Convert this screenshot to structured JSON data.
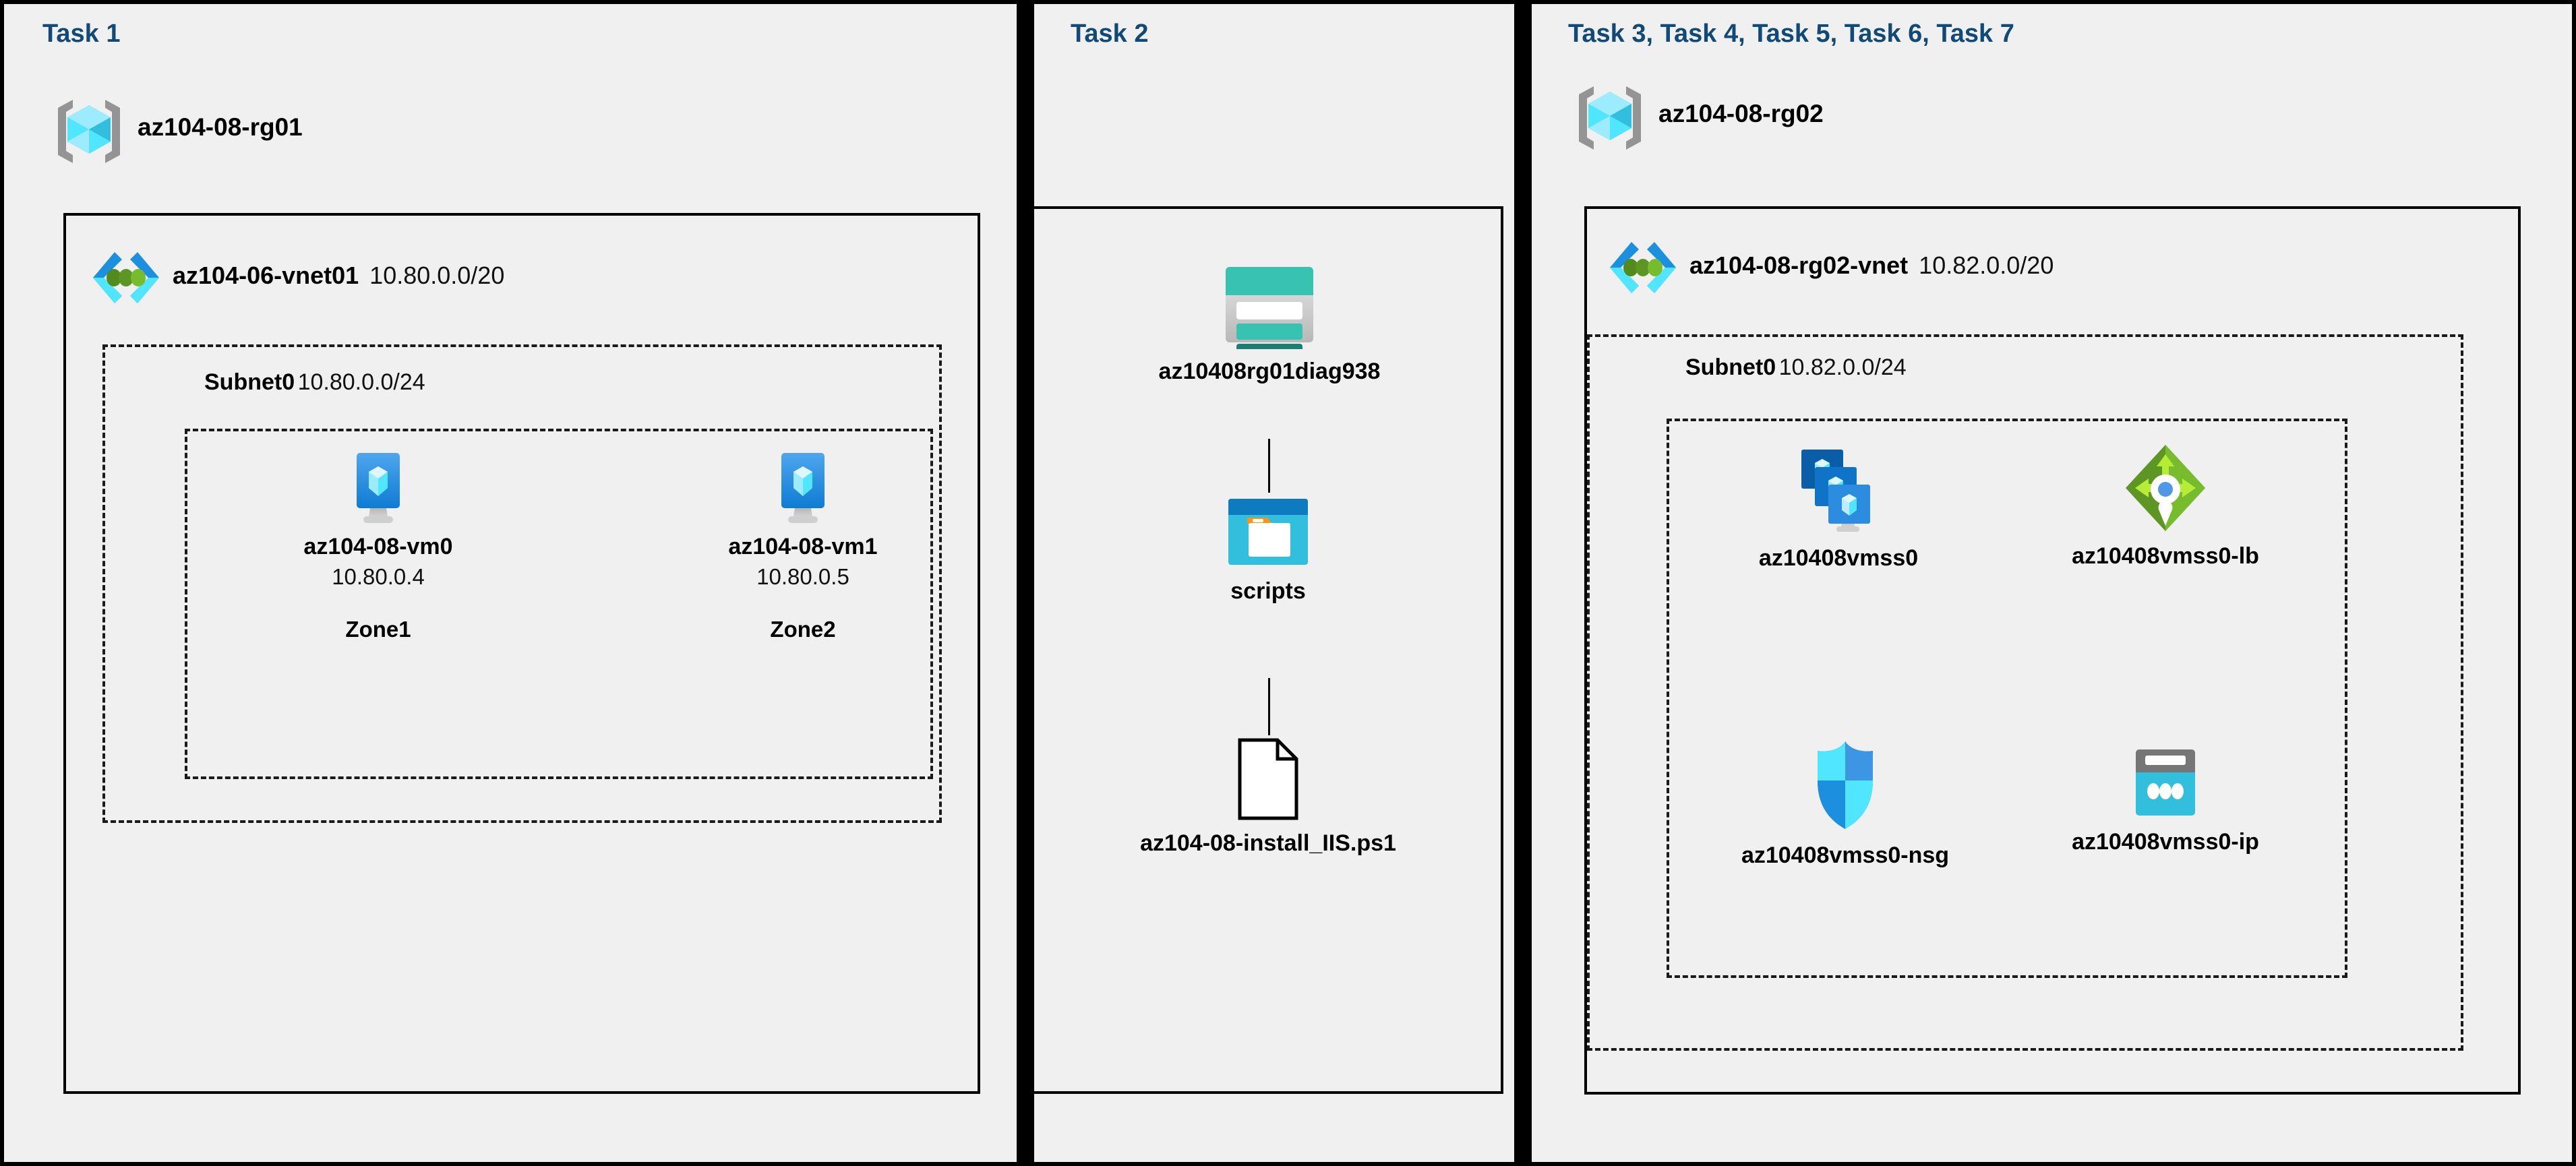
{
  "colors": {
    "background": "#f0f0f0",
    "task_label": "#114A77",
    "border": "#000000",
    "azure_blue": "#0078D4",
    "cyan": "#32BEDD",
    "green": "#7FBA00",
    "teal": "#37C2B1"
  },
  "panels": [
    {
      "id": "panel-1",
      "task_label": "Task 1",
      "resource_group": {
        "icon": "resource-group-icon",
        "name": "az104-08-rg01"
      },
      "vnet": {
        "icon": "virtual-network-icon",
        "name": "az104-06-vnet01",
        "cidr": "10.80.0.0/20"
      },
      "subnet": {
        "name": "Subnet0",
        "cidr": "10.80.0.0/24"
      },
      "vms": [
        {
          "icon": "virtual-machine-icon",
          "name": "az104-08-vm0",
          "ip": "10.80.0.4",
          "zone": "Zone1"
        },
        {
          "icon": "virtual-machine-icon",
          "name": "az104-08-vm1",
          "ip": "10.80.0.5",
          "zone": "Zone2"
        }
      ]
    },
    {
      "id": "panel-2",
      "task_label": "Task 2",
      "nodes": [
        {
          "icon": "storage-account-icon",
          "name": "az10408rg01diag938"
        },
        {
          "icon": "blob-container-icon",
          "name": "scripts"
        },
        {
          "icon": "file-icon",
          "name": "az104-08-install_IIS.ps1"
        }
      ]
    },
    {
      "id": "panel-3",
      "task_label": "Task 3, Task 4, Task 5, Task 6, Task 7",
      "resource_group": {
        "icon": "resource-group-icon",
        "name": "az104-08-rg02"
      },
      "vnet": {
        "icon": "virtual-network-icon",
        "name": "az104-08-rg02-vnet",
        "cidr": "10.82.0.0/20"
      },
      "subnet": {
        "name": "Subnet0",
        "cidr": "10.82.0.0/24"
      },
      "resources": [
        {
          "icon": "vm-scale-set-icon",
          "name": "az10408vmss0"
        },
        {
          "icon": "load-balancer-icon",
          "name": "az10408vmss0-lb"
        },
        {
          "icon": "network-security-group-icon",
          "name": "az10408vmss0-nsg"
        },
        {
          "icon": "public-ip-address-icon",
          "name": "az10408vmss0-ip"
        }
      ]
    }
  ]
}
